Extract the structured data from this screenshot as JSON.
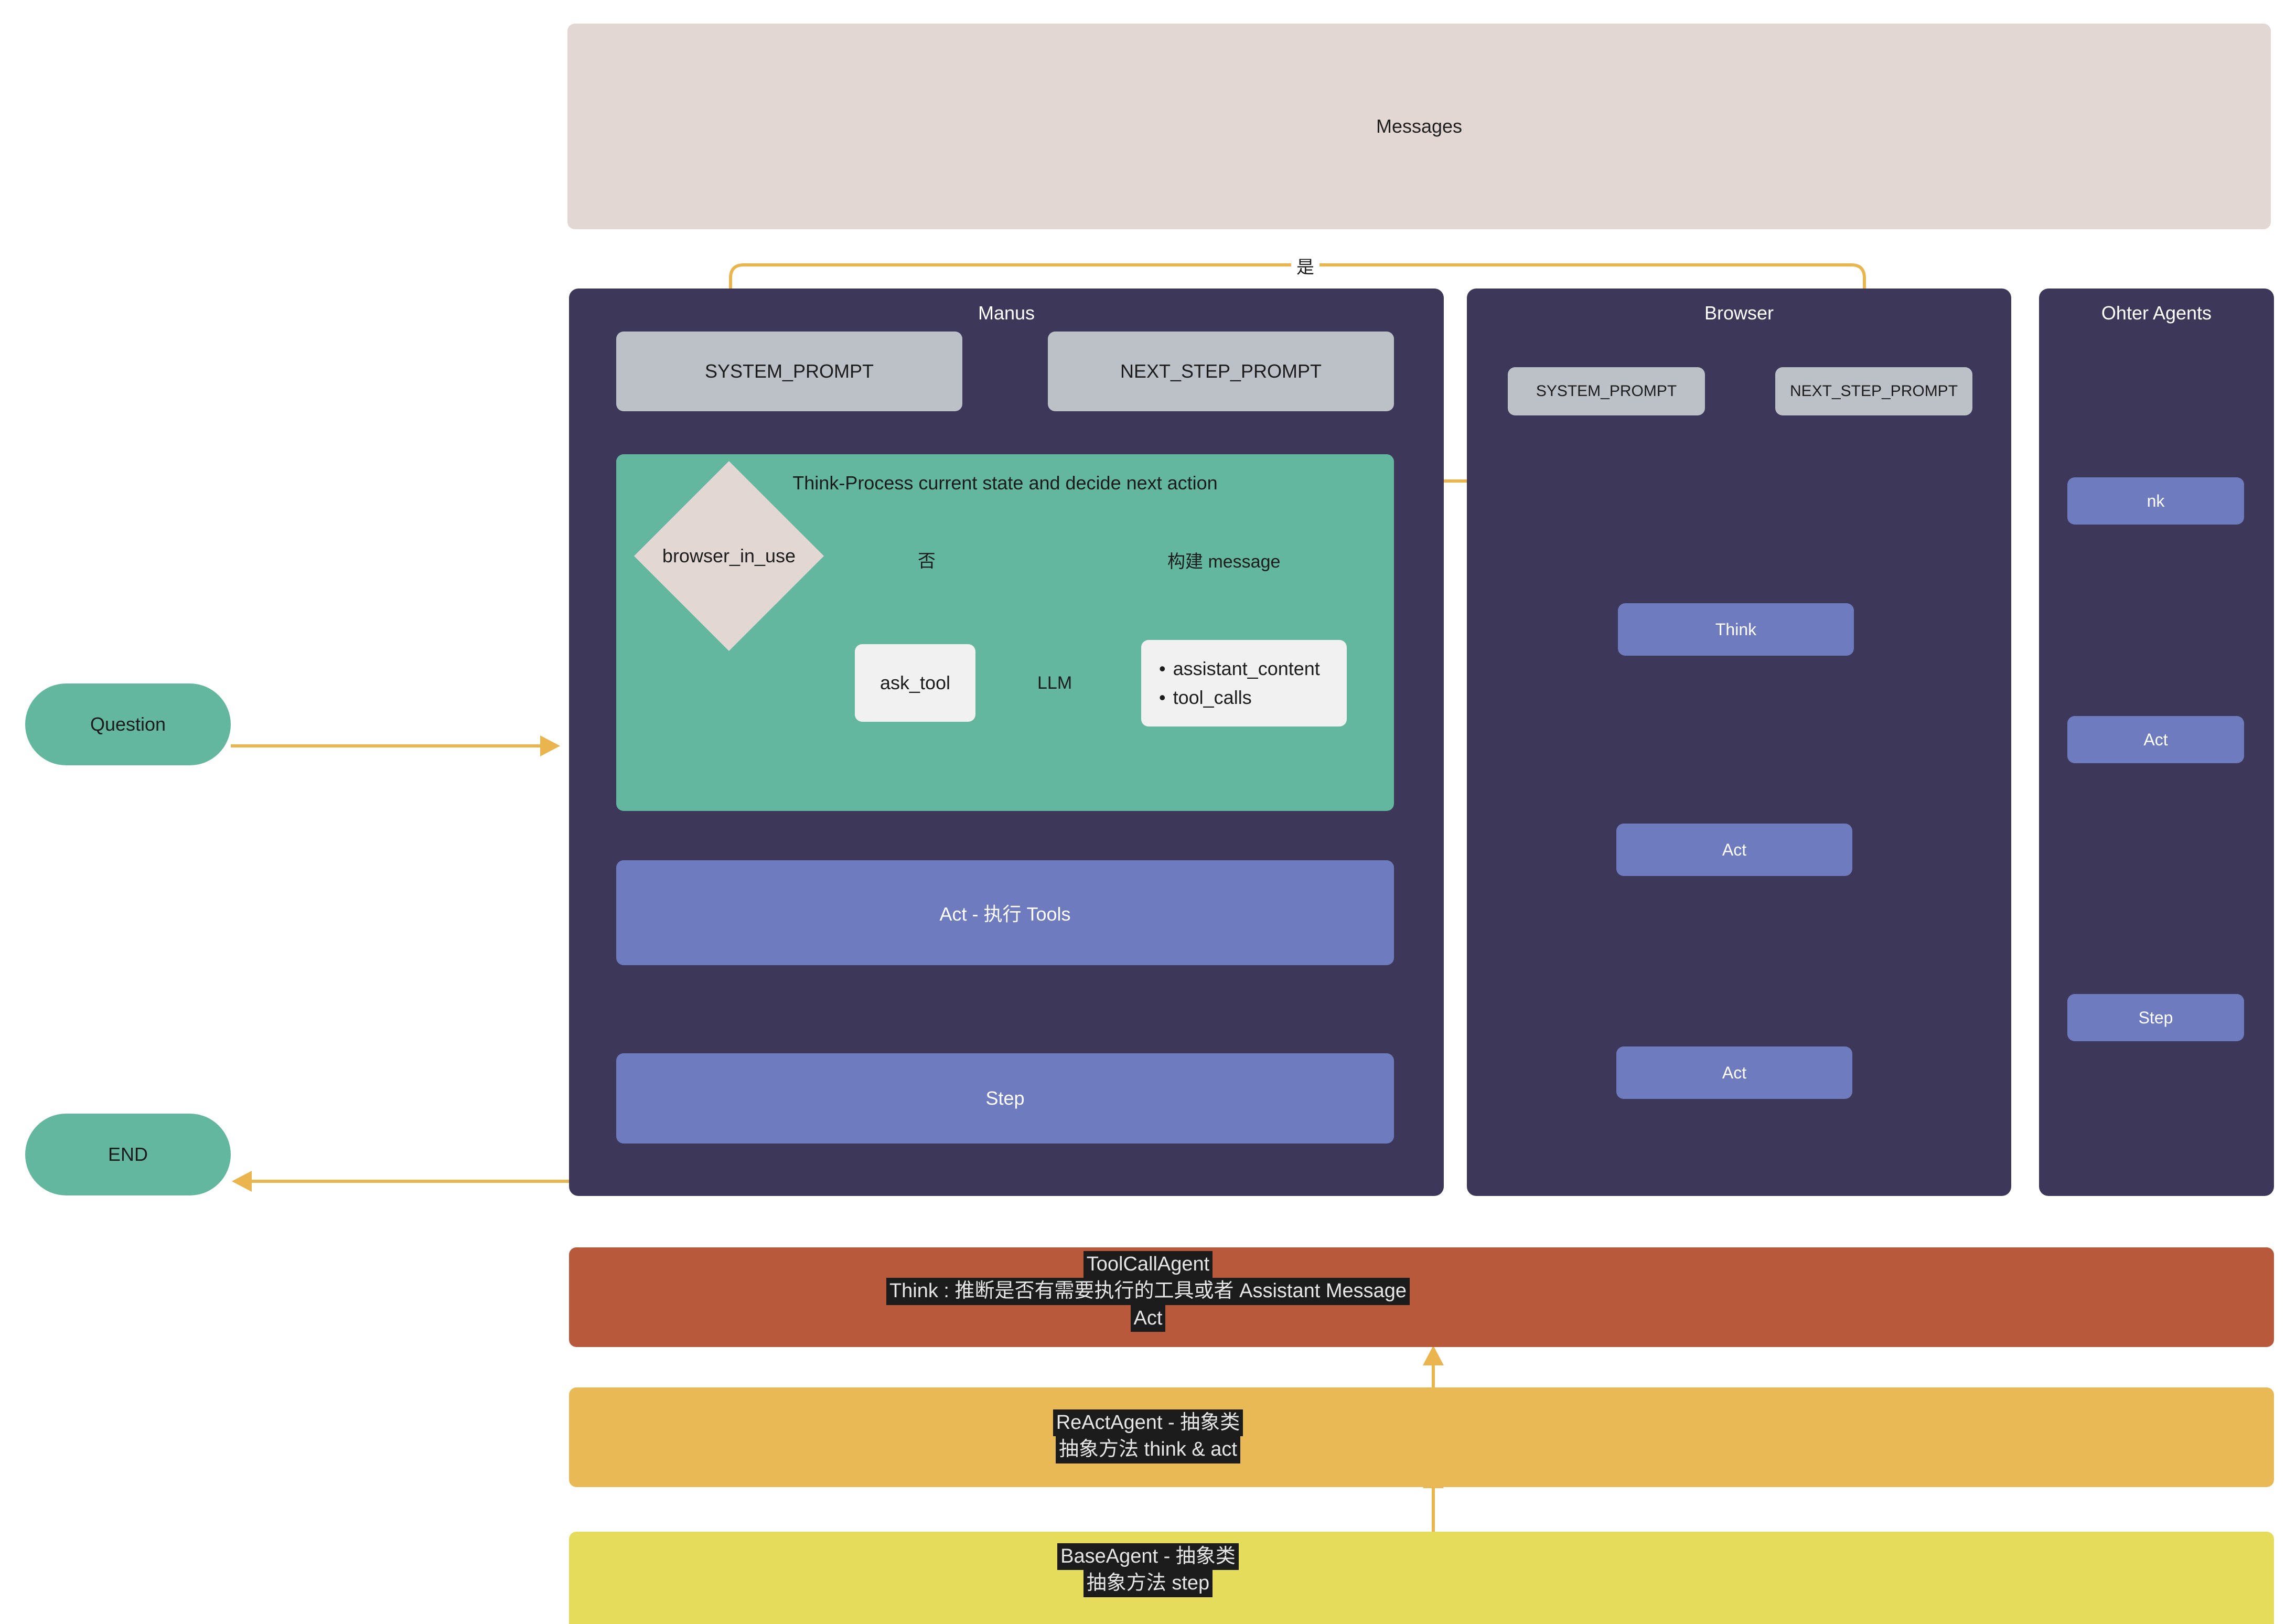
{
  "messages": {
    "label": "Messages"
  },
  "edge_labels": {
    "yes": "是",
    "no": "否",
    "build_message": "构建 message",
    "llm": "LLM"
  },
  "manus": {
    "title": "Manus",
    "system_prompt": "SYSTEM_PROMPT",
    "next_step_prompt": "NEXT_STEP_PROMPT",
    "think_title": "Think-Process current state and decide next action",
    "decision": "browser_in_use",
    "ask_tool": "ask_tool",
    "result_bullets": [
      "assistant_content",
      "tool_calls"
    ],
    "act": "Act - 执行 Tools",
    "step": "Step"
  },
  "browser": {
    "title": "Browser",
    "system_prompt": "SYSTEM_PROMPT",
    "next_step_prompt": "NEXT_STEP_PROMPT",
    "think": "Think",
    "act1": "Act",
    "act2": "Act"
  },
  "other_agents": {
    "title": "Ohter Agents",
    "think": "nk",
    "act": "Act",
    "step": "Step"
  },
  "terminators": {
    "start": "Question",
    "end": "END"
  },
  "hierarchy": [
    {
      "name": "tool-call-agent",
      "color": "#b9593c",
      "lines": [
        "ToolCallAgent",
        "Think : 推断是否有需要执行的工具或者 Assistant Message",
        "Act"
      ]
    },
    {
      "name": "react-agent",
      "color": "#e9b955",
      "lines": [
        "ReActAgent - 抽象类",
        "抽象方法  think & act"
      ]
    },
    {
      "name": "base-agent",
      "color": "#e5dc5c",
      "lines": [
        "BaseAgent - 抽象类",
        "抽象方法 step"
      ]
    }
  ],
  "colors": {
    "panel": "#3d3759",
    "green": "#63b79e",
    "blue": "#6e7cbf",
    "grey_chip": "#bcc0c7",
    "pink": "#e3d7d4",
    "wire": "#eab44f",
    "white_box": "#f1f1f1"
  }
}
